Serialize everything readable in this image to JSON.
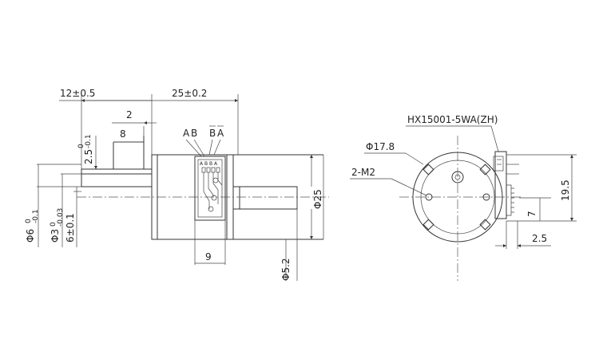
{
  "side_view": {
    "dim_shaft_length": "12±0.5",
    "dim_body_length": "25±0.2",
    "dim_flat_depth": "2",
    "dim_flat_length": "8",
    "dim_flat_height_base": "2.5",
    "dim_flat_height_tol": "0\n-0.1",
    "dim_shaft_dia_base": "Φ6",
    "dim_shaft_dia_tol": "0\n-0.1",
    "dim_flat_dia_base": "Φ3",
    "dim_flat_dia_tol": "0\n-0.03",
    "dim_flat_width": "6±0.1",
    "dim_body_dia": "Φ25",
    "dim_boss_dia": "Φ5.2",
    "dim_connector_width": "9",
    "pin_labels": [
      "A",
      "B",
      "B",
      "A"
    ],
    "board_text": "A B B A"
  },
  "front_view": {
    "connector_model": "HX15001-5WA(ZH)",
    "dim_bolt_circle": "Φ17.8",
    "dim_mount_holes": "2-M2",
    "dim_height": "19.5",
    "dim_connector_offset": "7",
    "dim_connector_depth": "2.5"
  }
}
